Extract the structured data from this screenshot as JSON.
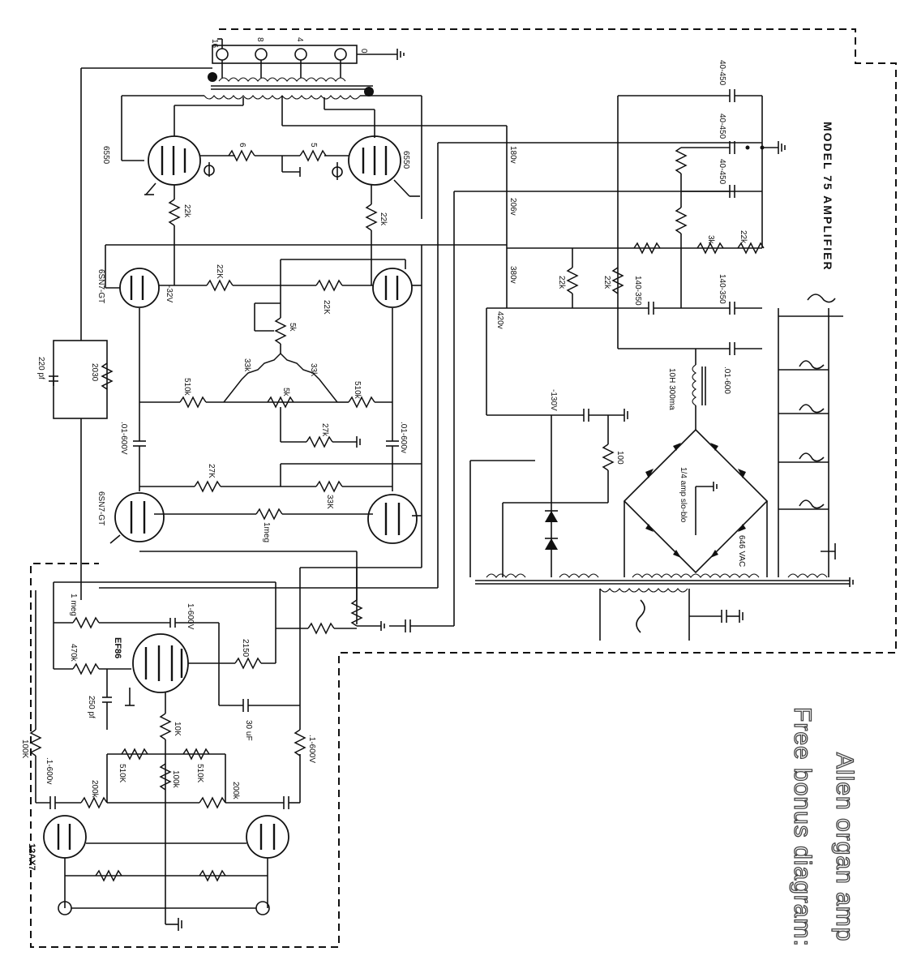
{
  "title": "MODEL 75 AMPLIFIER",
  "bonus_line1": "Free bonus diagram:",
  "bonus_line2": "Allen organ amp",
  "output_taps": [
    "16",
    "8",
    "4",
    "0"
  ],
  "tubes": {
    "output_left": "6550",
    "output_right": "6550",
    "driver": "6SN7-GT",
    "phase_splitter": "6SN7-GT",
    "preamp": "EF86",
    "input": "12AX7"
  },
  "voltages": {
    "bias": "-32V",
    "v180": "180v",
    "v206": "206v",
    "v380": "380v",
    "v420": "420v",
    "neg": "-130V",
    "ac": "646 VAC"
  },
  "components": {
    "r_22k_a": "22k",
    "r_22k_b": "22k",
    "r_22K_c": "22K",
    "r_22K_d": "22K",
    "r_5k_a": "5k",
    "r_5k_b": "5k",
    "r_33k_a": "33k",
    "r_33k_b": "33k",
    "r_510k_a": "510k",
    "r_510k_b": "510k",
    "r_27k_a": "27k",
    "r_27K_b": "27K",
    "r_33K": "33K",
    "r_1meg": "1meg",
    "r_2030": "2030",
    "c_220pf": "220 pf",
    "c_01_600_a": ".01-600V",
    "c_01_600_b": ".01-600v",
    "r_1meg_b": "1 meg",
    "r_470k": "470k",
    "r_2150": "2150",
    "c_250pf": "250 pf",
    "c_30uf": "30 uF",
    "r_10K": "10K",
    "r_100K_a": "100K",
    "c_1600": ".1-600v",
    "r_200k_a": "200k",
    "r_510K_c": "510K",
    "r_100k_b": "100k",
    "r_510K_d": "510K",
    "r_200k_b": "200k",
    "c_1_600": ".1-600V",
    "r_22k_e": "22k",
    "r_22k_f": "22k",
    "r_3k": "3k",
    "c_40_450_a": "40-450",
    "c_40_450_b": "40-450",
    "c_40_450_c": "40-450",
    "c_140_350_a": "140-350",
    "c_140_350_b": "140-350",
    "c_01_600_c": ".01-600",
    "choke": "10H 300ma",
    "fuse": "1/4 amp slo-blo",
    "r_100": "100",
    "r_6": "6",
    "r_5": "5"
  }
}
